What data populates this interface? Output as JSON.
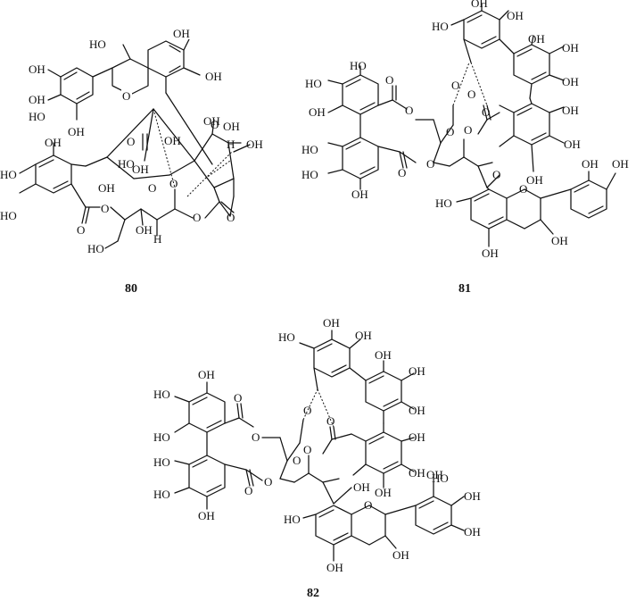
{
  "figure": {
    "compounds": [
      {
        "id": "80",
        "atom_labels": [
          "OH",
          "HO",
          "OH",
          "OH",
          "OH",
          "HO",
          "OH",
          "OH",
          "OH",
          "O",
          "O",
          "HO",
          "OH",
          "OH",
          "H",
          "OH",
          "HO",
          "OH",
          "HO",
          "OH",
          "O",
          "O",
          "O",
          "O",
          "O",
          "O",
          "HO",
          "OH",
          "H",
          "O"
        ]
      },
      {
        "id": "81",
        "atom_labels": [
          "OH",
          "OH",
          "HO",
          "OH",
          "HO",
          "OH",
          "OH",
          "OH",
          "HO",
          "O",
          "O",
          "O",
          "O",
          "O",
          "O",
          "OH",
          "OH",
          "O",
          "O",
          "O",
          "HO",
          "OH",
          "OH",
          "OH",
          "HO",
          "OH",
          "HO",
          "O",
          "O",
          "OH",
          "OH"
        ]
      },
      {
        "id": "82",
        "atom_labels": [
          "OH",
          "OH",
          "HO",
          "OH",
          "OH",
          "HO",
          "OH",
          "OH",
          "OH",
          "HO",
          "O",
          "O",
          "O",
          "O",
          "O",
          "O",
          "OH",
          "OH",
          "HO",
          "O",
          "O",
          "OH",
          "HO",
          "OH",
          "OH",
          "HO",
          "OH",
          "O",
          "HO",
          "OH",
          "OH",
          "OH"
        ]
      }
    ]
  }
}
